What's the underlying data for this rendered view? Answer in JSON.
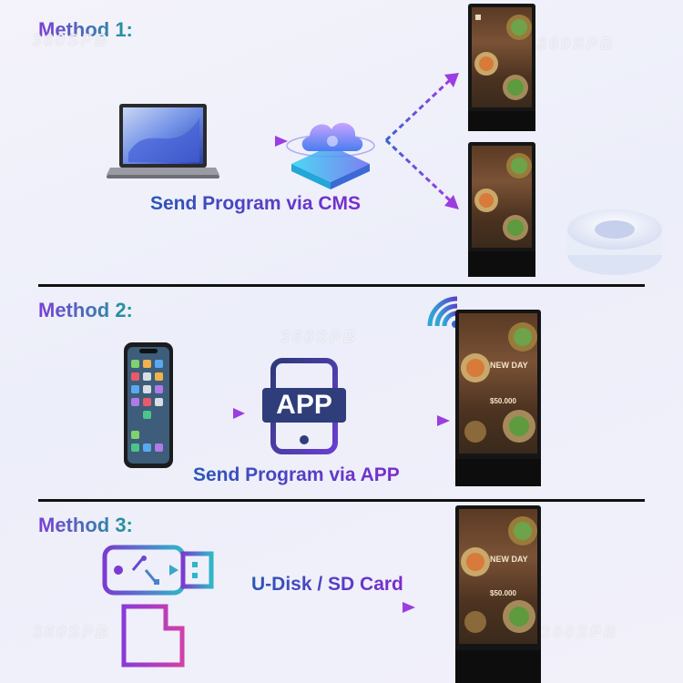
{
  "method1": {
    "title": "Method 1:",
    "caption": "Send Program via CMS"
  },
  "method2": {
    "title": "Method 2:",
    "caption": "Send Program via APP",
    "app_label": "APP"
  },
  "method3": {
    "title": "Method 3:",
    "caption": "U-Disk / SD Card"
  },
  "watermark": "360SPB",
  "screen_text": {
    "heading": "NEW DAY",
    "price": "$50.000"
  },
  "colors": {
    "arrow_start": "#3a63d0",
    "arrow_end": "#9b3de0",
    "app_icon": "#2f3d7a",
    "divider": "#111111"
  }
}
